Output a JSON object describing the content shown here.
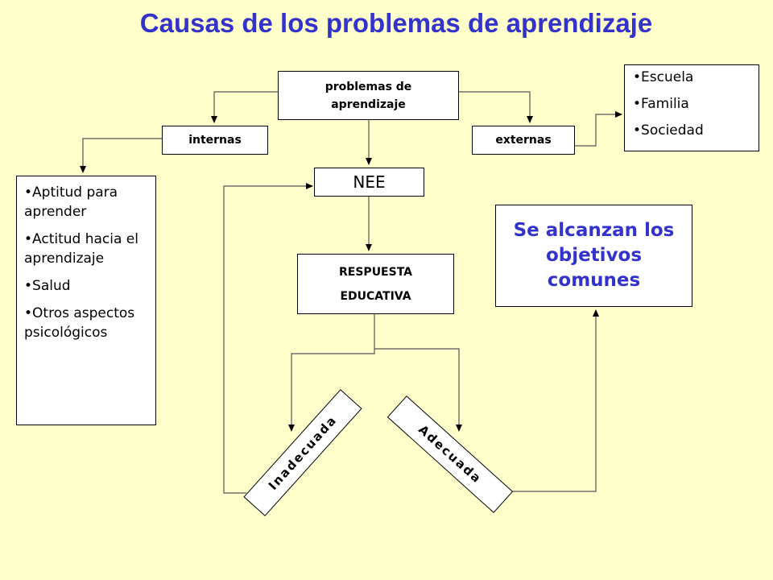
{
  "title": "Causas de los problemas de aprendizaje",
  "nodes": {
    "problemas": "problemas de aprendizaje",
    "internas": "internas",
    "externas": "externas",
    "nee": "NEE",
    "respuesta_line1": "RESPUESTA",
    "respuesta_line2": "EDUCATIVA",
    "objetivos": "Se alcanzan los objetivos comunes",
    "inadecuada": "Inadecuada",
    "adecuada": "Adecuada"
  },
  "externas_list": [
    "•Escuela",
    "•Familia",
    "•Sociedad"
  ],
  "internas_list": [
    "•Aptitud para aprender",
    "•Actitud hacia el aprendizaje",
    "•Salud",
    "•Otros aspectos psicológicos"
  ],
  "colors": {
    "background": "#ffffcc",
    "title": "#3333cc",
    "outcome_text": "#3333cc"
  }
}
